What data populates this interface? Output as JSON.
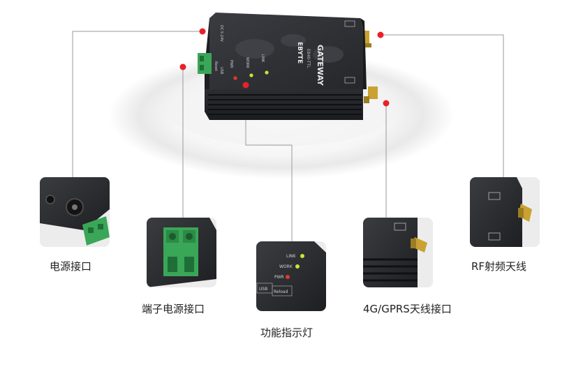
{
  "device": {
    "brand": "EBYTE",
    "model": "E840-TTL",
    "title": "GATEWAY",
    "leds": [
      "PWR",
      "WORK",
      "LINK"
    ],
    "buttons": [
      "Reset",
      "USB",
      "Reload"
    ],
    "power_label": "DC 5-24V"
  },
  "callouts": [
    {
      "label": "电源接口"
    },
    {
      "label": "端子电源接口"
    },
    {
      "label": "功能指示灯"
    },
    {
      "label": "4G/GPRS天线接口"
    },
    {
      "label": "RF射频天线"
    }
  ],
  "colors": {
    "marker": "#e8202a",
    "line": "#9a9a9a",
    "device_body": "#2a2c30",
    "terminal": "#3aa657",
    "antenna": "#c9a233",
    "led_green": "#c6e63a",
    "led_red": "#e33a2a"
  }
}
